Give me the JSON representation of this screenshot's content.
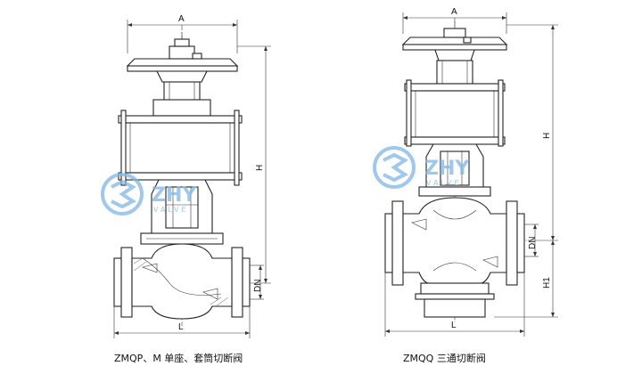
{
  "left_view": {
    "caption": "ZMQP、M 单座、套筒切断阀",
    "dim_A": "A",
    "dim_H": "H",
    "dim_DN": "DN",
    "dim_L": "L"
  },
  "right_view": {
    "caption": "ZMQQ 三通切断阀",
    "dim_A": "A",
    "dim_H": "H",
    "dim_DN": "DN",
    "dim_H1": "H1",
    "dim_L": "L"
  },
  "watermark": {
    "icon": "logo-icon"
  },
  "colors": {
    "line": "#222222",
    "watermark": "#7fb5e3",
    "background": "#ffffff"
  }
}
